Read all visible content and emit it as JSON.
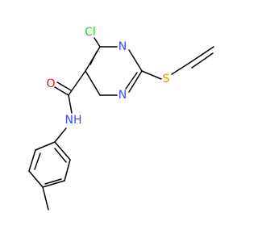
{
  "molecule": {
    "atoms": {
      "cl": "Cl",
      "n_ring_top": "N",
      "n_ring_bottom": "N",
      "s": "S",
      "o": "O",
      "nh": "NH"
    },
    "colors": {
      "carbon_bond": "#000000",
      "chlorine": "#1fd01f",
      "nitrogen": "#3050f8",
      "oxygen": "#ff0d0d",
      "sulfur": "#c8a000"
    }
  }
}
